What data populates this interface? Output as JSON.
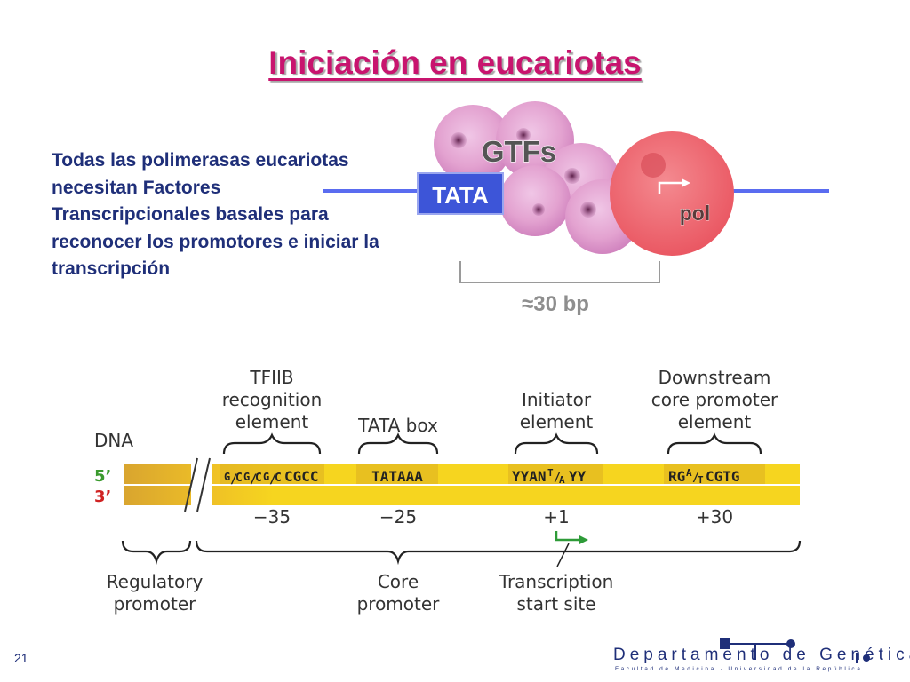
{
  "slide": {
    "title": "Iniciación en eucariotas",
    "intro": "Todas las polimerasas eucariotas necesitan Factores Transcripcionales basales para reconocer los promotores e iniciar la transcripción",
    "number": "21"
  },
  "top_figure": {
    "gtfs_label": "GTFs",
    "tata_label": "TATA",
    "pol_label": "pol",
    "distance_label": "≈30 bp"
  },
  "promoter_diagram": {
    "dna_label": "DNA",
    "strand_5": "5’",
    "strand_3": "3’",
    "elements": {
      "tfiib": {
        "name_lines": [
          "TFIIB",
          "recognition",
          "element"
        ],
        "sequence": "CGCC",
        "position": "−35"
      },
      "tata": {
        "name": "TATA box",
        "sequence": "TATAAA",
        "position": "−25"
      },
      "initiator": {
        "name_lines": [
          "Initiator",
          "element"
        ],
        "sequence_a": "YYAN",
        "sequence_b": "YY",
        "position": "+1"
      },
      "downstream": {
        "name_lines": [
          "Downstream",
          "core promoter",
          "element"
        ],
        "sequence_a": "RG",
        "sequence_b": "CGTG",
        "position": "+30"
      }
    },
    "regions": {
      "regulatory_lines": [
        "Regulatory",
        "promoter"
      ],
      "core_lines": [
        "Core",
        "promoter"
      ],
      "start_site_lines": [
        "Transcription",
        "start site"
      ]
    }
  },
  "footer": {
    "department": "Departamento de Genética",
    "subtitle": "Facultad de Medicina · Universidad de la República"
  },
  "colors": {
    "title": "#c8146e",
    "text_blue": "#1f2f79",
    "dna_yellow": "#f4d21f",
    "dna_orange": "#d9a52f",
    "strand_5": "#3a9a2d",
    "strand_3": "#d02222",
    "pol_red": "#f06b73",
    "gtf_pink": "#e6a6d2",
    "tata_box": "#3d55d8"
  }
}
